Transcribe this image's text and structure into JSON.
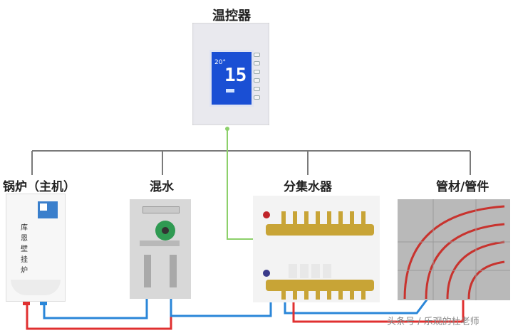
{
  "title": "温控器",
  "thermostat": {
    "temp_small": "20°",
    "temp_big": "15"
  },
  "components": [
    {
      "label": "锅炉（主机）"
    },
    {
      "label": "混水"
    },
    {
      "label": "分集水器"
    },
    {
      "label": "管材/管件"
    }
  ],
  "boiler_text": "库恩壁挂炉",
  "watermark": "头条号 / 乐观的杜老师",
  "colors": {
    "hot_pipe": "#e03030",
    "cold_pipe": "#2a86d8",
    "connector_line": "#7a7a7a",
    "control_line": "#8cd06a",
    "brass": "#c8a436",
    "screen": "#1a4fd4"
  }
}
